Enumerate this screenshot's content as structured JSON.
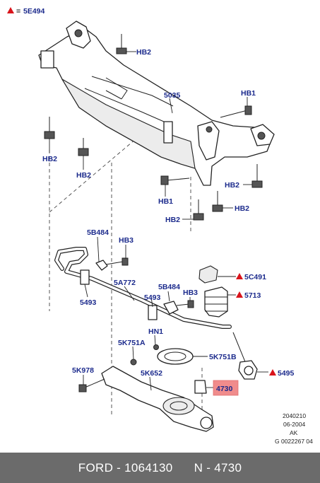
{
  "diagram": {
    "legend": {
      "symbol": "=",
      "code": "5E494"
    },
    "labels": {
      "hb2_top": "HB2",
      "p5035": "5035",
      "hb1_right": "HB1",
      "hb2_left": "HB2",
      "hb2_left2": "HB2",
      "hb1_center": "HB1",
      "hb2_right1": "HB2",
      "hb2_right2": "HB2",
      "hb2_center": "HB2",
      "p5b484_a": "5B484",
      "hb3_a": "HB3",
      "p5493_a": "5493",
      "p5a772": "5A772",
      "p5c491": "5C491",
      "p5713": "5713",
      "p5b484_b": "5B484",
      "p5493_b": "5493",
      "hb3_b": "HB3",
      "hn1": "HN1",
      "p5k751a": "5K751A",
      "p5k751b": "5K751B",
      "p5495": "5495",
      "p5k978": "5K978",
      "p5k652": "5K652",
      "p4730": "4730"
    },
    "meta": {
      "line1": "2040210",
      "line2": "06-2004",
      "line3": "AK",
      "line4": "G 0022267 04"
    }
  },
  "footer": {
    "brand": "FORD",
    "part_number": "1064130",
    "code": "N - 4730"
  },
  "colors": {
    "label": "#1b2a8c",
    "triangle": "#d9141b",
    "highlight": "#f08c8c",
    "footer_bg": "#6b6b6b"
  }
}
